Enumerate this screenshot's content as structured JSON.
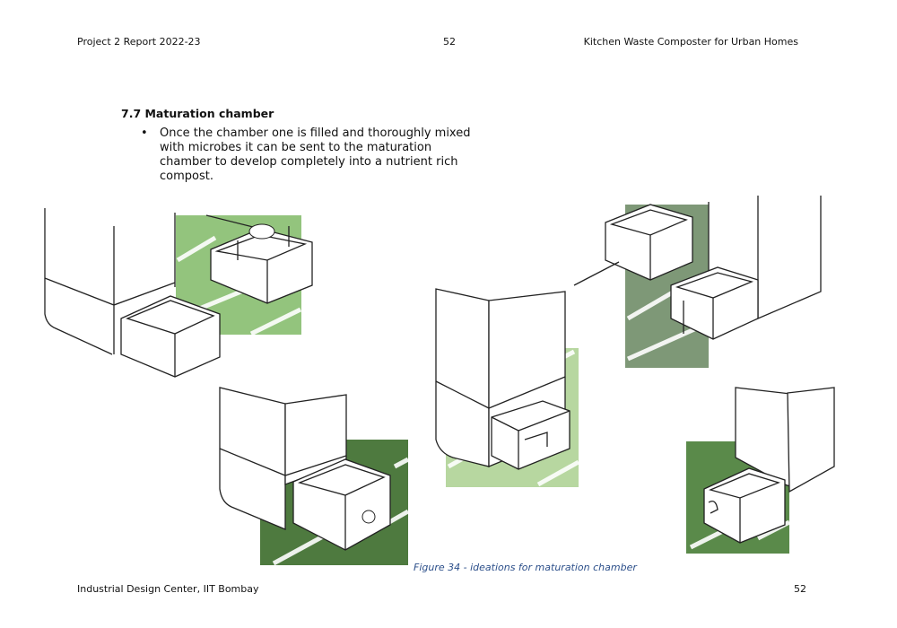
{
  "header": {
    "left": "Project 2 Report  2022-23",
    "page": "52",
    "right": "Kitchen Waste Composter for Urban Homes"
  },
  "section": {
    "title": "7.7 Maturation chamber",
    "bullet": "•",
    "text": "Once the chamber one is filled and thoroughly mixed with microbes it can be sent to the maturation chamber to develop completely into a nutrient rich compost."
  },
  "figure": {
    "caption": "Figure 34 - ideations for maturation chamber",
    "colors": [
      "#93c47d",
      "#4e7a3f",
      "#b7d7a0",
      "#7e9877",
      "#5a8a4a"
    ]
  },
  "footer": {
    "left": "Industrial Design Center, IIT Bombay",
    "page": "52"
  }
}
